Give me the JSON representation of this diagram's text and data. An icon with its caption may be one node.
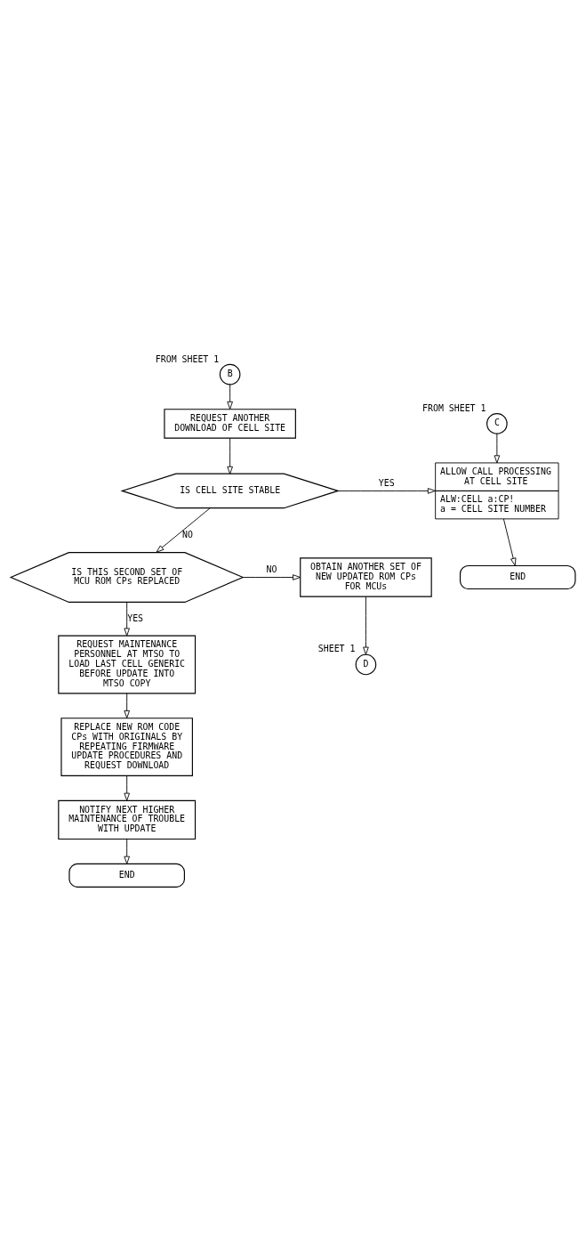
{
  "diagram": {
    "nodes": [
      {
        "text": [
          "B"
        ],
        "beside": [
          "FROM SHEET 1"
        ]
      },
      {
        "text": [
          "REQUEST ANOTHER DOWNLOAD OF CELL SITE"
        ]
      },
      {
        "text": [
          "IS CELL SITE STABLE"
        ]
      },
      {
        "text": [
          "C"
        ],
        "beside": [
          "FROM SHEET 1"
        ]
      },
      {
        "text": [
          "ALLOW CALL PROCESSING AT CELL SITE",
          "ALW:CELL a:CP!",
          "a = CELL SITE NUMBER"
        ]
      },
      {
        "text": [
          "END"
        ]
      },
      {
        "text": [
          "IS THIS SECOND SET OF MCU ROM CPs REPLACED"
        ]
      },
      {
        "text": [
          "OBTAIN ANOTHER SET OF NEW UPDATED ROM CPs FOR MCUs"
        ]
      },
      {
        "text": [
          "D"
        ],
        "beside": [
          "SHEET 1"
        ]
      },
      {
        "text": [
          "REQUEST MAINTENANCE PERSONNEL AT MTSO TO LOAD LAST CELL GENERIC BEFORE UPDATE INTO MTSO COPY"
        ]
      },
      {
        "text": [
          "REPLACE NEW ROM CODE CPs WITH ORIGINALS BY REPEATING FIRMWARE UPDATE PROCEDURES AND REQUEST DOWNLOAD"
        ]
      },
      {
        "text": [
          "NOTIFY NEXT HIGHER MAINTENANCE OF TROUBLE WITH UPDATE"
        ]
      },
      {
        "text": [
          "END"
        ]
      }
    ],
    "edges": [
      {
        "from": 0,
        "to": 1,
        "arrow": "to"
      },
      {
        "from": 1,
        "to": 2,
        "arrow": "to"
      },
      {
        "from": 2,
        "to": 4,
        "arrow": "to",
        "label": "YES"
      },
      {
        "from": 3,
        "to": 4,
        "arrow": "to"
      },
      {
        "from": 4,
        "to": 5,
        "arrow": "to"
      },
      {
        "from": 2,
        "to": 6,
        "arrow": "to",
        "label": "NO"
      },
      {
        "from": 6,
        "to": 7,
        "arrow": "to",
        "label": "NO"
      },
      {
        "from": 7,
        "to": 8,
        "arrow": "to"
      },
      {
        "from": 6,
        "to": 9,
        "arrow": "to",
        "label": "YES"
      },
      {
        "from": 9,
        "to": 10,
        "arrow": "to"
      },
      {
        "from": 10,
        "to": 11,
        "arrow": "to"
      },
      {
        "from": 11,
        "to": 12,
        "arrow": "to"
      }
    ]
  }
}
